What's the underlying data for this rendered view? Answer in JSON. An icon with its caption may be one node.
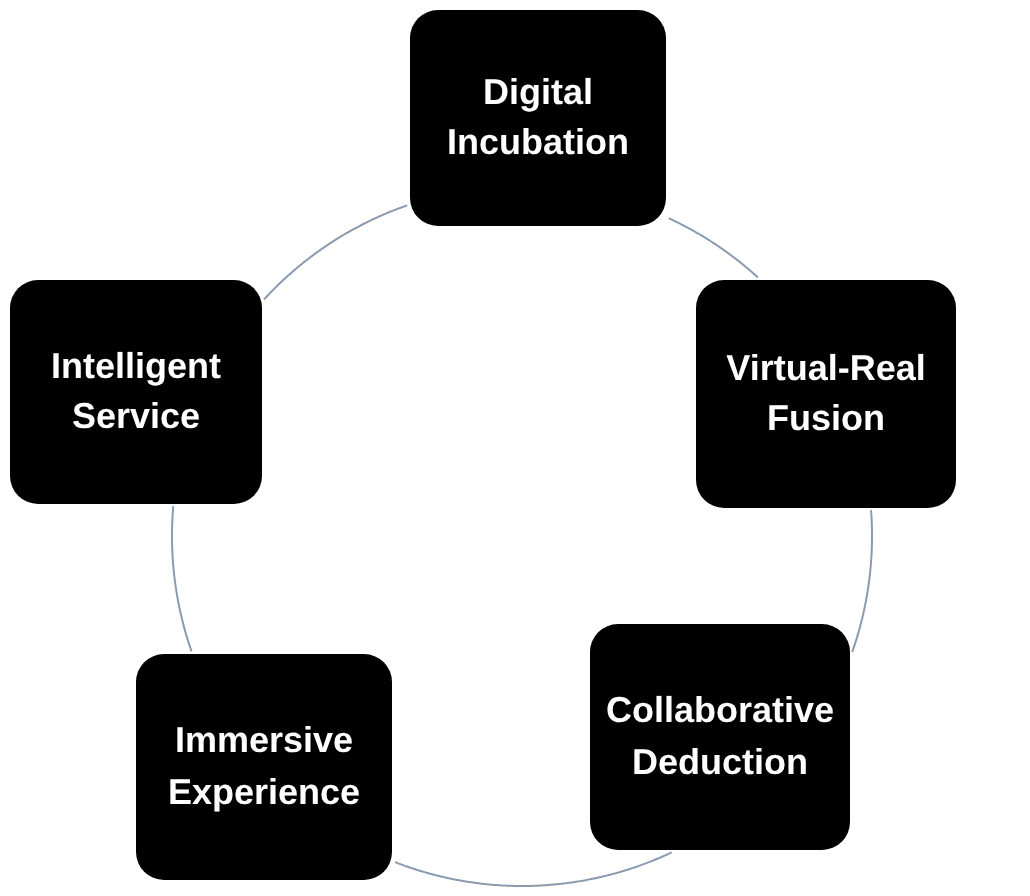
{
  "diagram": {
    "nodes": [
      {
        "text": [
          "Digital Incubation"
        ]
      },
      {
        "text": [
          "Virtual-Real Fusion"
        ]
      },
      {
        "text": [
          "Collaborative Deduction"
        ]
      },
      {
        "text": [
          "Immersive Experience"
        ]
      },
      {
        "text": [
          "Intelligent Service"
        ]
      }
    ],
    "edges": [
      {
        "from": 0,
        "to": 1,
        "arrow": "none"
      },
      {
        "from": 1,
        "to": 2,
        "arrow": "none"
      },
      {
        "from": 2,
        "to": 3,
        "arrow": "none"
      },
      {
        "from": 3,
        "to": 4,
        "arrow": "none"
      },
      {
        "from": 4,
        "to": 0,
        "arrow": "none"
      }
    ]
  }
}
